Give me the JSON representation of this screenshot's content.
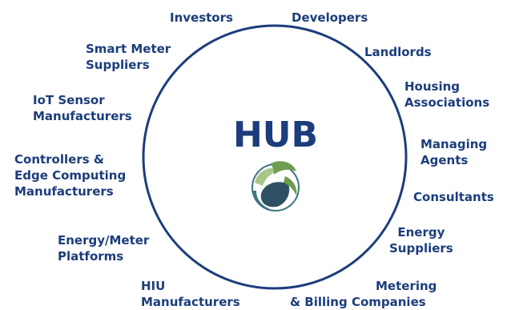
{
  "colors": {
    "text": "#1c3d7c",
    "ring": "#1c3d7c",
    "logo_green": "#6f9d4f",
    "logo_light_green": "#a8c68a",
    "logo_dark": "#2e5063",
    "logo_teal": "#3e7583"
  },
  "hub": {
    "title": "HUB",
    "logo_icon": "leaf-globe-icon"
  },
  "stakeholders": {
    "investors": [
      "Investors"
    ],
    "developers": [
      "Developers"
    ],
    "smart_meter_suppliers": [
      "Smart Meter",
      "Suppliers"
    ],
    "landlords": [
      "Landlords"
    ],
    "iot_sensor_manufacturers": [
      "IoT Sensor",
      "Manufacturers"
    ],
    "housing_associations": [
      "Housing",
      "Associations"
    ],
    "controllers_edge": [
      "Controllers &",
      "Edge Computing",
      "Manufacturers"
    ],
    "managing_agents": [
      "Managing",
      "Agents"
    ],
    "consultants": [
      "Consultants"
    ],
    "energy_meter_platforms": [
      "Energy/Meter",
      "Platforms"
    ],
    "energy_suppliers": [
      "Energy",
      "Suppliers"
    ],
    "hiu_manufacturers": [
      "HIU",
      "Manufacturers"
    ],
    "metering_billing": [
      "Metering",
      "& Billing Companies"
    ]
  }
}
